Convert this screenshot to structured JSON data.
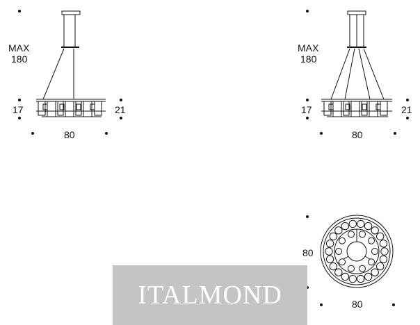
{
  "views": {
    "side_left": {
      "height_label_top": "MAX",
      "height_label_bottom": "180",
      "left_label": "17",
      "right_label": "21",
      "width_label": "80"
    },
    "side_right": {
      "height_label_top": "MAX",
      "height_label_bottom": "180",
      "left_label": "17",
      "right_label": "21",
      "width_label": "80"
    },
    "top_view": {
      "height_label": "80",
      "width_label": "80"
    }
  },
  "watermark": {
    "text": "ITALMOND"
  },
  "colors": {
    "line": "#111111",
    "watermark_bg": "#c4c4c4",
    "watermark_text": "#ffffff"
  }
}
